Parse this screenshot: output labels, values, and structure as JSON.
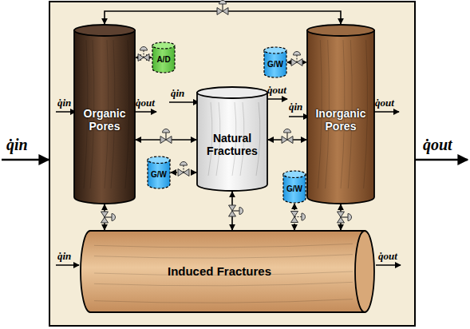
{
  "diagram": {
    "nodes": [
      {
        "text": [
          "Organic Pores"
        ]
      },
      {
        "text": [
          "A/D"
        ]
      },
      {
        "text": [
          "Natural Fractures"
        ]
      },
      {
        "text": [
          "G/W"
        ]
      },
      {
        "text": [
          "Inorganic Pores"
        ]
      },
      {
        "text": [
          "G/W"
        ]
      },
      {
        "text": [
          "G/W"
        ]
      },
      {
        "text": [
          "Induced Fractures"
        ]
      }
    ],
    "edges": [
      {
        "from": 0,
        "to": 4,
        "arrow": "both"
      },
      {
        "from": 0,
        "to": 2,
        "arrow": "both"
      },
      {
        "from": 2,
        "to": 4,
        "arrow": "both"
      },
      {
        "from": 0,
        "to": 7,
        "arrow": "both"
      },
      {
        "from": 2,
        "to": 7,
        "arrow": "both"
      },
      {
        "from": 4,
        "to": 7,
        "arrow": "both"
      },
      {
        "from": 1,
        "to": 0,
        "arrow": "both"
      },
      {
        "from": 3,
        "to": 4,
        "arrow": "both"
      },
      {
        "from": 5,
        "to": 2,
        "arrow": "both"
      },
      {
        "from": 6,
        "to": 7,
        "arrow": "both"
      }
    ],
    "labels": [
      "q̇in",
      "q̇out",
      "q̇in",
      "q̇out",
      "q̇in",
      "q̇out",
      "q̇in",
      "q̇out",
      "q̇in",
      "q̇out"
    ]
  }
}
